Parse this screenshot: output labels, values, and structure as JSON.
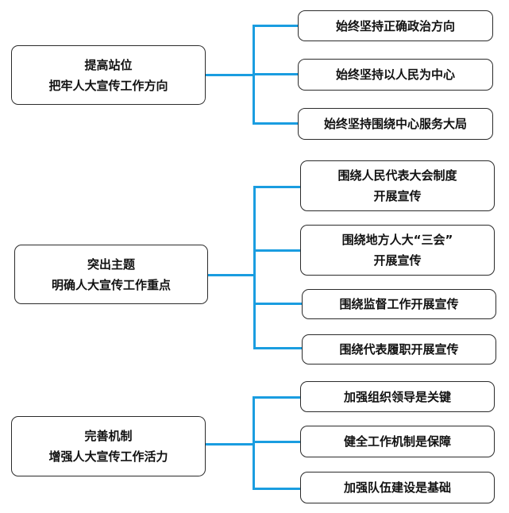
{
  "groups": [
    {
      "title": [
        "提高站位",
        "把牢人大宣传工作方向"
      ],
      "items": [
        [
          "始终坚持正确政治方向"
        ],
        [
          "始终坚持以人民为中心"
        ],
        [
          "始终坚持围绕中心服务大局"
        ]
      ]
    },
    {
      "title": [
        "突出主题",
        "明确人大宣传工作重点"
      ],
      "items": [
        [
          "围绕人民代表大会制度",
          "开展宣传"
        ],
        [
          "围绕地方人大“三会”",
          "开展宣传"
        ],
        [
          "围绕监督工作开展宣传"
        ],
        [
          "围绕代表履职开展宣传"
        ]
      ]
    },
    {
      "title": [
        "完善机制",
        "增强人大宣传工作活力"
      ],
      "items": [
        [
          "加强组织领导是关键"
        ],
        [
          "健全工作机制是保障"
        ],
        [
          "加强队伍建设是基础"
        ]
      ]
    }
  ],
  "colors": {
    "connector": "#1a9de0",
    "border": "#2b2b2b"
  }
}
